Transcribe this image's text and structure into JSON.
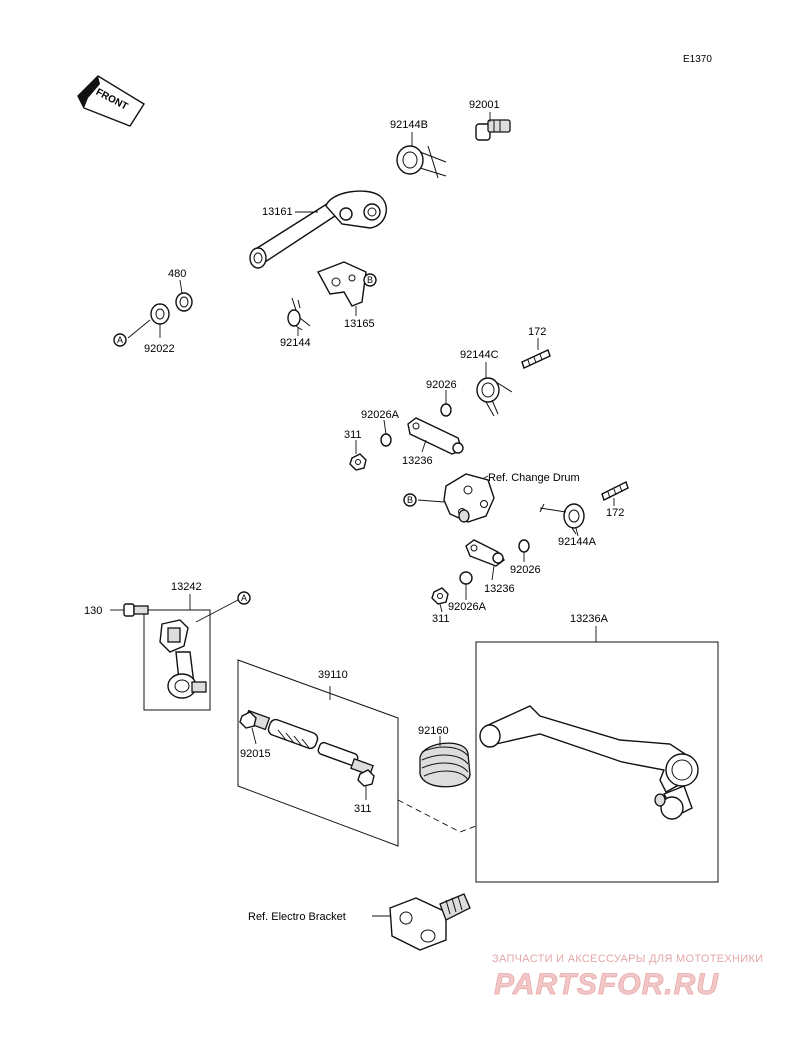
{
  "diagram_code": "E1370",
  "front_arrow_label": "FRONT",
  "callouts": {
    "a": "A",
    "b": "B"
  },
  "parts": {
    "p92001": "92001",
    "p92144B": "92144B",
    "p13161": "13161",
    "p480": "480",
    "p92022": "92022",
    "p92144": "92144",
    "p13165": "13165",
    "p172_top": "172",
    "p92144C": "92144C",
    "p92026_top": "92026",
    "p92026A_top": "92026A",
    "p311_top": "311",
    "p13236_top": "13236",
    "ref_change_drum": "Ref. Change Drum",
    "p172_mid": "172",
    "p92144A": "92144A",
    "p92026_mid": "92026",
    "p13236_mid": "13236",
    "p92026A_mid": "92026A",
    "p311_mid": "311",
    "p13242": "13242",
    "p130": "130",
    "p13236A": "13236A",
    "p39110": "39110",
    "p92160": "92160",
    "p92015": "92015",
    "p311_bot": "311",
    "ref_electro_bracket": "Ref. Electro Bracket"
  },
  "watermark": {
    "tagline": "ЗАПЧАСТИ И АКСЕССУАРЫ ДЛЯ МОТОТЕХНИКИ",
    "logo": "PARTSFOR.RU"
  }
}
